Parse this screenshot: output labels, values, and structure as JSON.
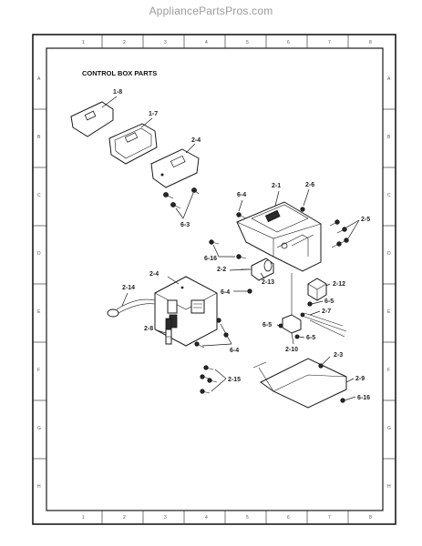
{
  "watermark": "AppliancePartsPros.com",
  "title": "CONTROL BOX PARTS",
  "border": {
    "top_numbers": [
      "1",
      "2",
      "3",
      "4",
      "5",
      "6",
      "7",
      "8"
    ],
    "side_letters": [
      "A",
      "B",
      "C",
      "D",
      "E",
      "F",
      "G",
      "H"
    ]
  },
  "callouts": {
    "c1_8": "1-8",
    "c1_7": "1-7",
    "c2_4a": "2-4",
    "c6_3": "6-3",
    "c6_4a": "6-4",
    "c2_1": "2-1",
    "c2_6": "2-6",
    "c2_5": "2-5",
    "c6_16a": "6-16",
    "c2_2": "2-2",
    "c2_13": "2-13",
    "c2_4b": "2-4",
    "c2_12": "2-12",
    "c2_14": "2-14",
    "c6_4b": "6-4",
    "c6_5a": "6-5",
    "c2_7": "2-7",
    "c2_8": "2-8",
    "c6_5b": "6-5",
    "c6_5c": "6-5",
    "c2_10": "2-10",
    "c6_4c": "6-4",
    "c2_3": "2-3",
    "c2_9": "2-9",
    "c6_16b": "6-16",
    "c2_15": "2-15"
  }
}
